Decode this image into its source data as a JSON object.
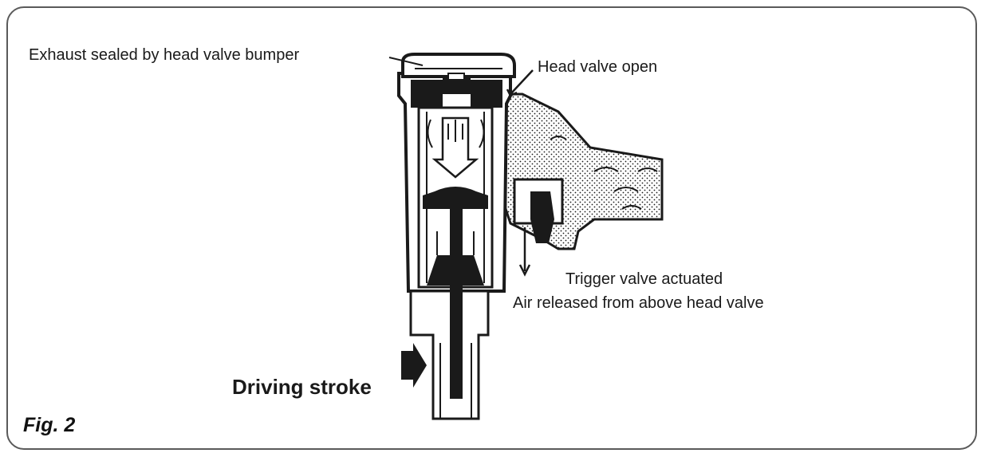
{
  "figure": {
    "caption": "Fig. 2",
    "labels": {
      "exhaust": "Exhaust sealed by head valve bumper",
      "head_valve": "Head valve open",
      "trigger": "Trigger valve actuated",
      "air": "Air released from above head valve",
      "driving": "Driving stroke"
    }
  },
  "colors": {
    "ink": "#1a1a1a",
    "frame": "#5a5a5a",
    "background": "#ffffff"
  }
}
